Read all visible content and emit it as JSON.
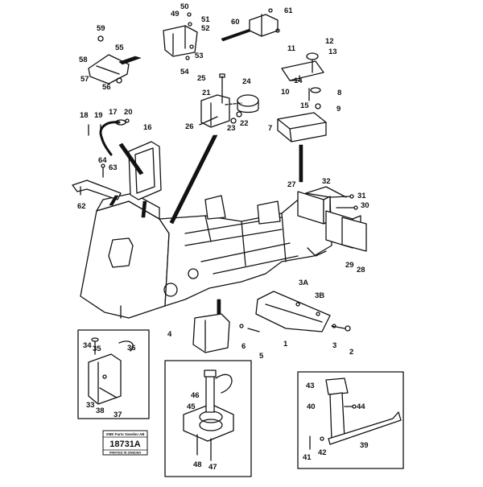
{
  "stamp": {
    "company": "VME Parts Sweden AB",
    "number": "18731A",
    "printed": "PRINTED IN SWEDEN"
  },
  "labels": [
    "1",
    "2",
    "3",
    "3A",
    "3B",
    "4",
    "5",
    "6",
    "7",
    "8",
    "9",
    "10",
    "11",
    "12",
    "13",
    "14",
    "15",
    "16",
    "17",
    "18",
    "19",
    "20",
    "21",
    "22",
    "23",
    "24",
    "25",
    "26",
    "27",
    "28",
    "29",
    "30",
    "31",
    "32",
    "33",
    "34",
    "35",
    "36",
    "37",
    "38",
    "39",
    "40",
    "41",
    "42",
    "43",
    "44",
    "45",
    "46",
    "47",
    "48",
    "49",
    "50",
    "51",
    "52",
    "53",
    "54",
    "55",
    "56",
    "57",
    "58",
    "59",
    "60",
    "61",
    "62",
    "63",
    "64"
  ]
}
